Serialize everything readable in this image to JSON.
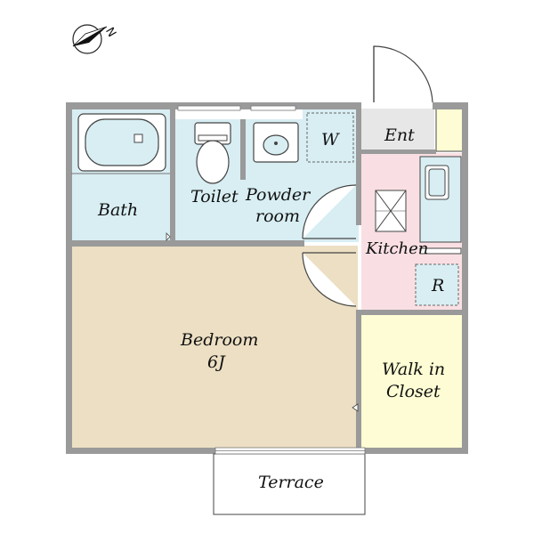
{
  "compass": {
    "label": "N",
    "icon": "north-arrow-icon"
  },
  "colors": {
    "wall": "#9a9a9a",
    "wet_area": "#d8eef3",
    "bedroom": "#ecdfc3",
    "kitchen": "#f9dfe3",
    "closet": "#fdfcd4",
    "entrance": "#e7e7e7",
    "line": "#4a4a4a"
  },
  "rooms": {
    "bath": "Bath",
    "toilet": "Toilet",
    "powder_line1": "Powder",
    "powder_line2": "room",
    "washer": "W",
    "entrance": "Ent",
    "kitchen": "Kitchen",
    "refrigerator": "R",
    "bedroom_line1": "Bedroom",
    "bedroom_line2": "6J",
    "closet_line1": "Walk in",
    "closet_line2": "Closet",
    "terrace": "Terrace"
  }
}
